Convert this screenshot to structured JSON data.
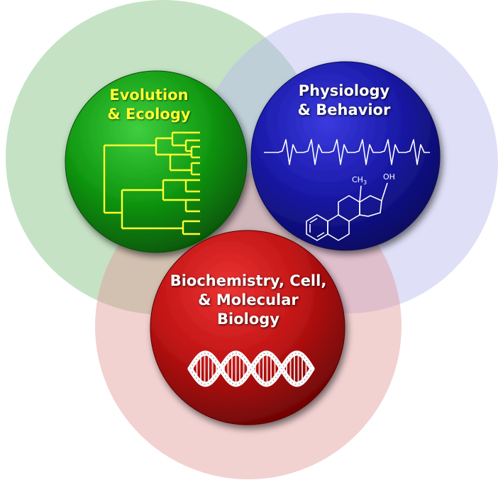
{
  "circles": {
    "evolution": {
      "title_lines": [
        "Evolution",
        "& Ecology"
      ],
      "color": "#1a8f1a",
      "halo_color": "#9fd09f",
      "icon": "phylogenetic-tree-icon"
    },
    "physiology": {
      "title_lines": [
        "Physiology",
        "& Behavior"
      ],
      "color": "#1f1fa0",
      "halo_color": "#c9c9f5",
      "icon": "ecg-waveform-icon",
      "molecule_labels": {
        "methyl": "CH",
        "methyl_sub": "3",
        "hydroxyl": "OH"
      }
    },
    "biochem": {
      "title_lines": [
        "Biochemistry, Cell,",
        "& Molecular",
        "Biology"
      ],
      "color": "#c41515",
      "halo_color": "#ecb0b0",
      "icon": "dna-helix-icon"
    }
  }
}
